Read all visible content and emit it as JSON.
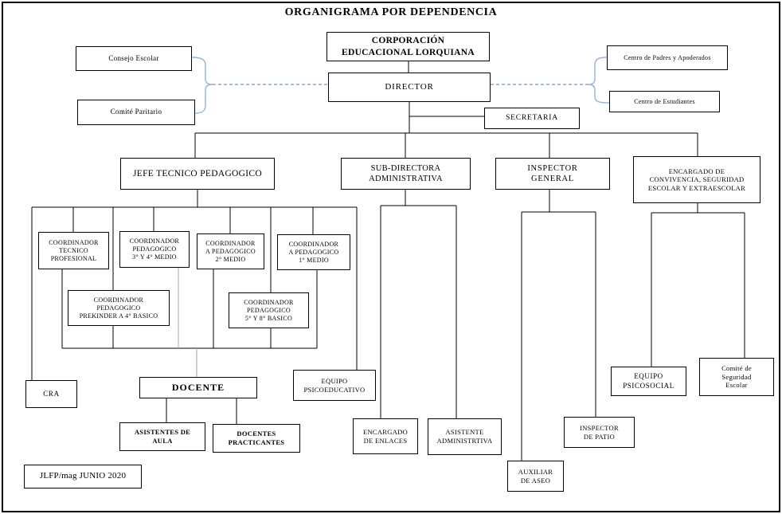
{
  "title": "ORGANIGRAMA POR DEPENDENCIA",
  "footer": "JLFP/mag JUNIO 2020",
  "colors": {
    "line": "#000000",
    "accent_blue_brace": "#95b3d7",
    "gray_connector": "#a6a6a6",
    "background": "#ffffff"
  },
  "nodes": {
    "corporacion": [
      "CORPORACIÓN",
      "EDUCACIONAL LORQUIANA"
    ],
    "director": "DIRECTOR",
    "consejo_escolar": "Consejo Escolar",
    "comite_paritario": "Comité Paritario",
    "centro_padres": "Centro de Padres y Apoderados",
    "centro_estudiantes": "Centro de Estudiantes",
    "secretaria": "SECRETARIA",
    "jefe_tecnico": "JEFE TECNICO PEDAGOGICO",
    "subdirectora": [
      "SUB-DIRECTORA",
      "ADMINISTRATIVA"
    ],
    "inspector_general": [
      "INSPECTOR",
      "GENERAL"
    ],
    "encargado_convivencia": [
      "ENCARGADO DE",
      "CONVIVENCIA, SEGURIDAD",
      "ESCOLAR Y EXTRAESCOLAR"
    ],
    "coord_tecnico_profesional": [
      "COORDINADOR",
      "TECNICO",
      "PROFESIONAL"
    ],
    "coord_pedagogico_3_4_medio": [
      "COORDINADOR",
      "PEDAGOGICO",
      "3° Y 4° MEDIO"
    ],
    "coord_a_pedagogico_2_medio": [
      "COORDINADOR",
      "A PEDAGOGICO",
      "2° MEDIO"
    ],
    "coord_a_pedagogico_1_medio": [
      "COORDINADOR",
      "A PEDAGOGICO",
      "1° MEDIO"
    ],
    "coord_pedagogico_prekinder": [
      "COORDINADOR",
      "PEDAGOGICO",
      "PREKINDER A 4° BASICO"
    ],
    "coord_pedagogico_5_8_basico": [
      "COORDINADOR",
      "PEDAGOGICO",
      "5° Y 8° BASICO"
    ],
    "cra": "CRA",
    "docente": "DOCENTE",
    "asistentes_aula": [
      "ASISTENTES DE",
      "AULA"
    ],
    "docentes_practicantes": [
      "DOCENTES",
      "PRACTICANTES"
    ],
    "equipo_psicoeducativo": [
      "EQUIPO",
      "PSICOEDUCATIVO"
    ],
    "encargado_enlaces": [
      "ENCARGADO",
      "DE ENLACES"
    ],
    "asistente_administrativa": [
      "ASISTENTE",
      "ADMINISTRTIVA"
    ],
    "auxiliar_aseo": [
      "AUXILIAR",
      "DE ASEO"
    ],
    "inspector_patio": [
      "INSPECTOR",
      "DE PATIO"
    ],
    "equipo_psicosocial": [
      "EQUIPO",
      "PSICOSOCIAL"
    ],
    "comite_seguridad_escolar": [
      "Comité de",
      "Seguridad",
      "Escolar"
    ]
  }
}
